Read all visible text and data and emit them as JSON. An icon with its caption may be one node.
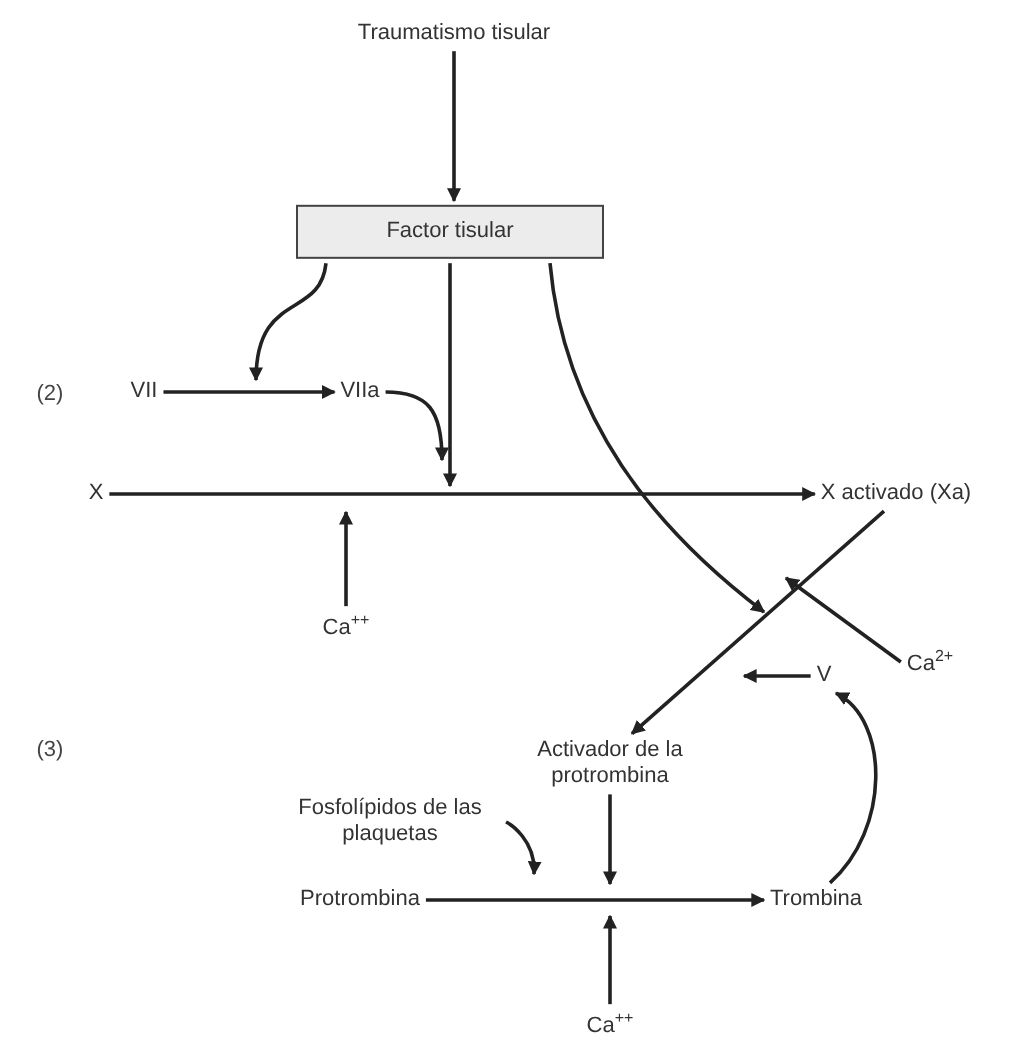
{
  "diagram": {
    "nodes": [
      {
        "text": [
          "Traumatismo tisular"
        ]
      },
      {
        "text": [
          "Factor tisular"
        ]
      },
      {
        "text": [
          "VII"
        ]
      },
      {
        "text": [
          "VIIa"
        ]
      },
      {
        "text": [
          "X"
        ]
      },
      {
        "text": [
          "X activado (Xa)"
        ]
      },
      {
        "text": [
          "Ca$^{++}$"
        ]
      },
      {
        "text": [
          "Ca$^{2+}$"
        ]
      },
      {
        "text": [
          "V"
        ]
      },
      {
        "text": [
          "Activador de la protrombina"
        ]
      },
      {
        "text": [
          "Fosfolípidos de las plaquetas"
        ]
      },
      {
        "text": [
          "Protrombina"
        ]
      },
      {
        "text": [
          "Trombina"
        ]
      },
      {
        "text": [
          "Ca$^{++}$"
        ]
      }
    ],
    "edges": [
      {
        "from": 0,
        "to": 1,
        "arrow": "to"
      },
      {
        "from": 1,
        "to": null,
        "arrow": "to"
      },
      {
        "from": 2,
        "to": 3,
        "arrow": "to"
      },
      {
        "from": 1,
        "to": null,
        "arrow": "to"
      },
      {
        "from": 3,
        "to": null,
        "arrow": "to"
      },
      {
        "from": 4,
        "to": 5,
        "arrow": "to"
      },
      {
        "from": 6,
        "to": null,
        "arrow": "to"
      },
      {
        "from": 1,
        "to": null,
        "arrow": "to"
      },
      {
        "from": 5,
        "to": 9,
        "arrow": "to"
      },
      {
        "from": 7,
        "to": null,
        "arrow": "to"
      },
      {
        "from": 8,
        "to": null,
        "arrow": "to"
      },
      {
        "from": 12,
        "to": 8,
        "arrow": "to"
      },
      {
        "from": 9,
        "to": null,
        "arrow": "to"
      },
      {
        "from": 10,
        "to": null,
        "arrow": "to"
      },
      {
        "from": 11,
        "to": 12,
        "arrow": "to"
      },
      {
        "from": 13,
        "to": null,
        "arrow": "to"
      }
    ],
    "labels": [
      "(2)",
      "(3)"
    ]
  }
}
